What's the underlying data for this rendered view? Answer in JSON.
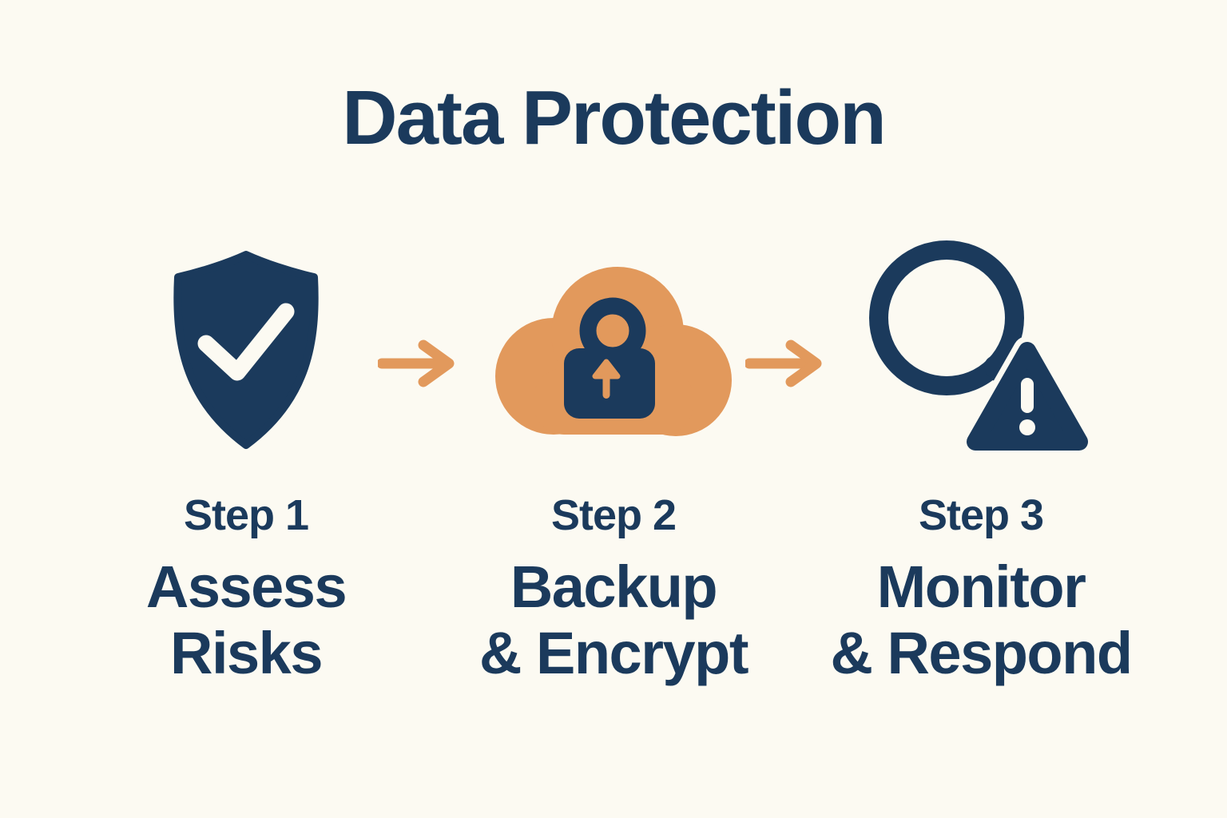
{
  "title": "Data Protection",
  "colors": {
    "navy": "#1B3A5C",
    "orange": "#E2995C",
    "background": "#FCFAF2"
  },
  "icons": {
    "step1": "shield-check-icon",
    "step2": "cloud-upload-lock-icon",
    "step3": "magnifier-alert-icon",
    "connector": "right-arrow-icon"
  },
  "steps": [
    {
      "label": "Step 1",
      "title_line1": "Assess",
      "title_line2": "Risks"
    },
    {
      "label": "Step 2",
      "title_line1": "Backup",
      "title_line2": "& Encrypt"
    },
    {
      "label": "Step 3",
      "title_line1": "Monitor",
      "title_line2": "& Respond"
    }
  ]
}
